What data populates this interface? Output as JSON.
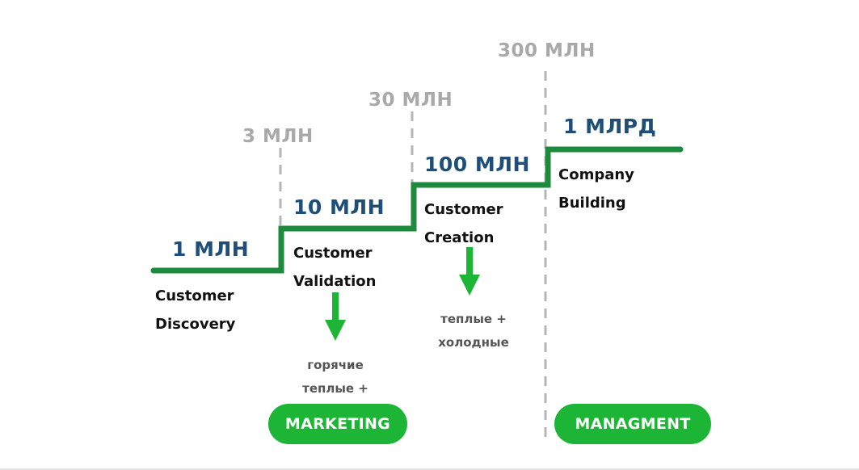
{
  "colors": {
    "step_line": "#1e8a3e",
    "level_text": "#1f4e79",
    "threshold_text": "#a9a9a9",
    "arrow": "#1db536",
    "pill": "#1db536",
    "dashed_line": "#b5b5b5"
  },
  "thresholds": [
    "3 МЛН",
    "30 МЛН",
    "300 МЛН"
  ],
  "steps": [
    {
      "level": "1 МЛН",
      "stage_line1": "Customer",
      "stage_line2": "Discovery"
    },
    {
      "level": "10 МЛН",
      "stage_line1": "Customer",
      "stage_line2": "Validation"
    },
    {
      "level": "100 МЛН",
      "stage_line1": "Customer",
      "stage_line2": "Creation"
    },
    {
      "level": "1 МЛРД",
      "stage_line1": "Company",
      "stage_line2": "Building"
    }
  ],
  "notes": {
    "validation": [
      "горячие",
      "теплые +"
    ],
    "creation": [
      "теплые +",
      "холодные"
    ]
  },
  "pills": {
    "marketing": "MARKETING",
    "management": "MANAGMENT"
  }
}
